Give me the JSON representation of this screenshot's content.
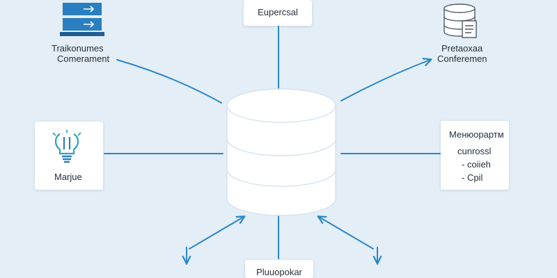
{
  "colors": {
    "background": "#e3eef6",
    "connector": "#2a86c8",
    "icon_blue": "#2a7fc0",
    "icon_teal": "#2aa5b8",
    "box": "#ffffff",
    "cylinder_stroke": "#d6e3ee",
    "text": "#24313d"
  },
  "nodes": {
    "top_center": {
      "label": "Eupercsal"
    },
    "top_left": {
      "line1": "Traikonumes",
      "line2": "Comerament",
      "icon": "server-rack-icon"
    },
    "top_right": {
      "line1": "Pretaoxaa",
      "line2": "Conferemen",
      "icon": "database-document-icon"
    },
    "middle_left": {
      "label": "Marjue",
      "icon": "lightbulb-icon"
    },
    "middle_right": {
      "title": "Менюорартм",
      "items": [
        "cunrossl",
        "- coiieh",
        "- Cpil"
      ]
    },
    "bottom_center": {
      "label": "Pluuopokar"
    }
  },
  "hub": {
    "icon": "database-cylinder-icon"
  }
}
